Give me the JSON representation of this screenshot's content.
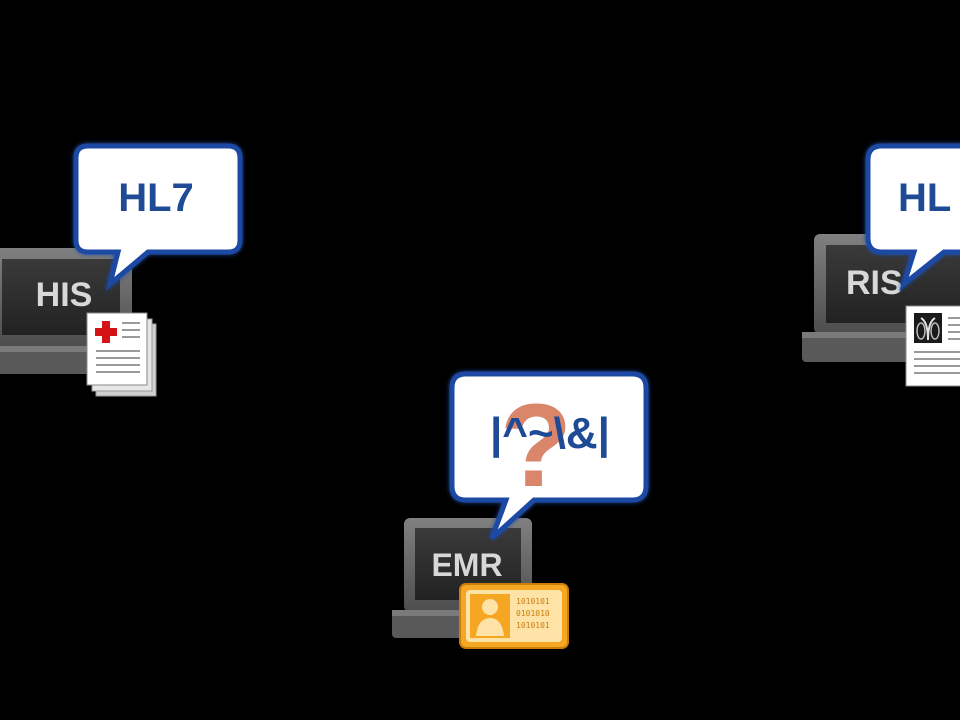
{
  "systems": [
    {
      "id": "his",
      "label": "HIS",
      "bubble": "HL7",
      "attachment": "medical-record-icon"
    },
    {
      "id": "ris",
      "label": "RIS",
      "bubble": "HL",
      "attachment": "xray-report-icon"
    },
    {
      "id": "emr",
      "label": "EMR",
      "bubble": "|^~\\&|",
      "bubble_overlay": "?",
      "attachment": "patient-id-card-icon"
    }
  ],
  "card_digits": [
    "1010101",
    "0101010",
    "1010101"
  ],
  "colors": {
    "background": "#000000",
    "bubble_fill": "#ffffff",
    "bubble_border": "#1b4aa3",
    "bubble_text": "#1f4b96",
    "question_mark": "#d9866b",
    "monitor_frame": "#6f6f6f",
    "monitor_screen": "#2e2e2e",
    "monitor_label": "#d8d8d8",
    "cross_red": "#d41414",
    "card_orange": "#f5a623"
  }
}
